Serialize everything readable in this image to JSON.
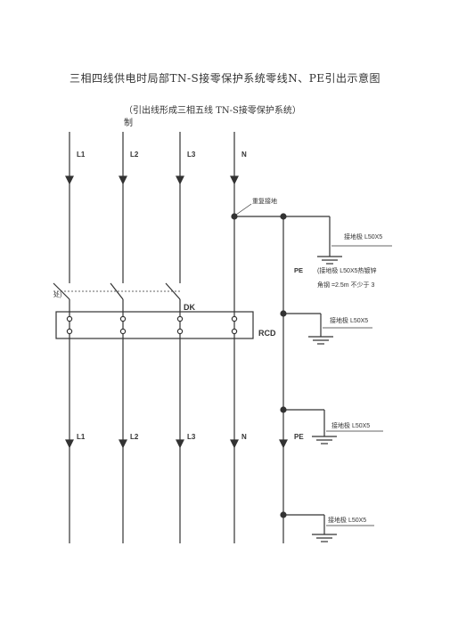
{
  "title": "三相四线供电时局部TN-S接零保护系统零线N、PE引出示意图",
  "subtitle": {
    "line1": "（引出线形成三相五线 TN-S接零保护系统）",
    "line2": "制"
  },
  "top_labels": [
    "L1",
    "L2",
    "L3",
    "N"
  ],
  "bottom_labels": [
    "L1",
    "L2",
    "L3",
    "N",
    "PE"
  ],
  "labels": {
    "repeat_ground": "重复接地",
    "pe": "PE",
    "dk": "DK",
    "rcd": "RCD",
    "partial": "处)",
    "electrode_1": "接地极 L50X5",
    "electrode_note_line1": "(接地极 L50X5热镀锌",
    "electrode_note_line2": "角钢 =2.5m 不少于 3",
    "electrode_2": "接地极 L50X5",
    "electrode_3": "接地极 L50X5",
    "electrode_4": "接地极 L50X5"
  },
  "colors": {
    "line": "#333333",
    "text": "#333333"
  }
}
